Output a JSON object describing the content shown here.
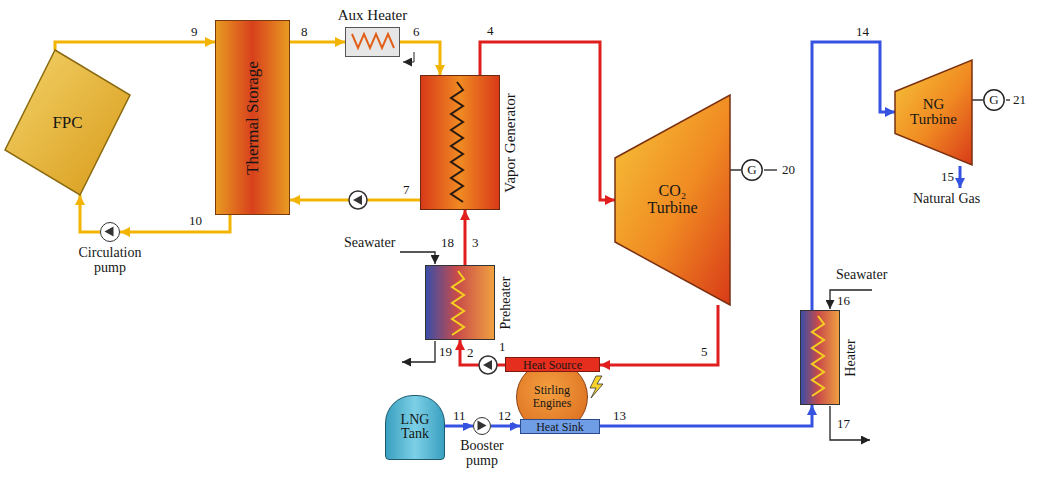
{
  "diagram": {
    "nodes": [
      {
        "text": [
          "FPC"
        ]
      },
      {
        "text": [
          "Thermal Storage"
        ]
      },
      {
        "text": [
          "Aux Heater"
        ]
      },
      {
        "text": [
          "Vapor Generator"
        ]
      },
      {
        "text": [
          "Preheater"
        ]
      },
      {
        "text": [
          "CO₂ Turbine"
        ]
      },
      {
        "text": [
          "G"
        ]
      },
      {
        "text": [
          "Heat Source"
        ]
      },
      {
        "text": [
          "Stirling Engines"
        ]
      },
      {
        "text": [
          "Heat Sink"
        ]
      },
      {
        "text": [
          "LNG Tank"
        ]
      },
      {
        "text": [
          "Booster pump"
        ]
      },
      {
        "text": [
          "Circulation pump"
        ]
      },
      {
        "text": [
          "Heater"
        ]
      },
      {
        "text": [
          "NG Turbine"
        ]
      },
      {
        "text": [
          "G"
        ]
      }
    ],
    "edges": [
      {
        "from": 0,
        "to": 1,
        "arrow": "to"
      },
      {
        "from": 1,
        "to": 2,
        "arrow": "to"
      },
      {
        "from": 2,
        "to": 3,
        "arrow": "to"
      },
      {
        "from": 3,
        "to": 5,
        "arrow": "to"
      },
      {
        "from": 5,
        "to": 7,
        "arrow": "to"
      },
      {
        "from": 7,
        "to": 4,
        "arrow": "to"
      },
      {
        "from": 4,
        "to": 3,
        "arrow": "to"
      },
      {
        "from": 3,
        "to": 1,
        "arrow": "to"
      },
      {
        "from": 1,
        "to": 12,
        "arrow": "to"
      },
      {
        "from": 12,
        "to": 0,
        "arrow": "to"
      },
      {
        "from": 10,
        "to": 11,
        "arrow": "to"
      },
      {
        "from": 11,
        "to": 9,
        "arrow": "to"
      },
      {
        "from": 9,
        "to": 13,
        "arrow": "to"
      },
      {
        "from": 13,
        "to": 14,
        "arrow": "to"
      },
      {
        "from": 5,
        "to": 6,
        "arrow": "none"
      },
      {
        "from": 14,
        "to": 15,
        "arrow": "none"
      }
    ],
    "labels": [
      "1",
      "2",
      "3",
      "4",
      "5",
      "6",
      "7",
      "8",
      "9",
      "10",
      "11",
      "12",
      "13",
      "14",
      "15",
      "16",
      "17",
      "18",
      "19",
      "20",
      "21",
      "Seawater",
      "Seawater",
      "Natural Gas"
    ]
  }
}
